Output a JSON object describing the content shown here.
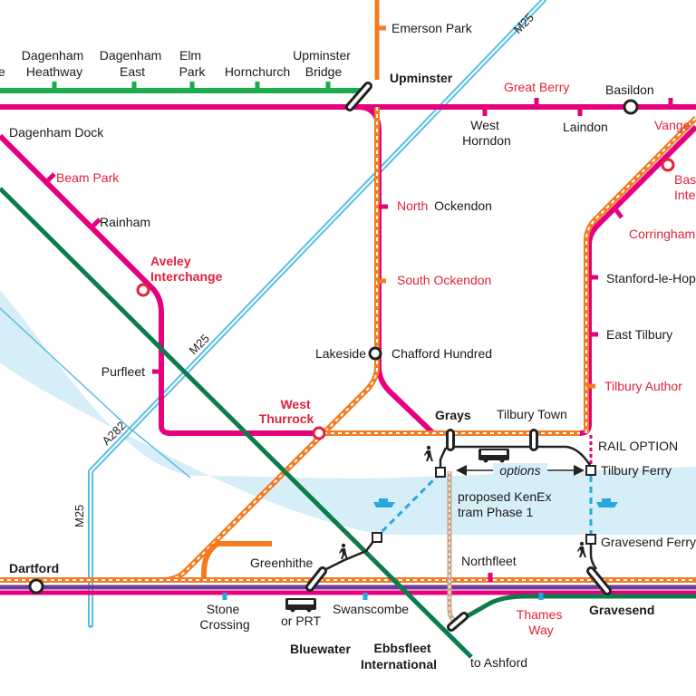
{
  "colors": {
    "river": "#d6eef8",
    "district_line": "#1aab4c",
    "c2c_line": "#e6007e",
    "overground": "#f47b20",
    "hs1": "#0c7c4a",
    "motorway": "#5bbde4",
    "kenex": "#c9a48a",
    "ferry": "#2aa7df",
    "purple": "#6e3a97",
    "new_red": "#e2223a",
    "black": "#222222"
  },
  "stations": {
    "dagenham_heathway": [
      "Dagenham",
      "Heathway"
    ],
    "dagenham_east": [
      "Dagenham",
      "East"
    ],
    "elm_park": [
      "Elm",
      "Park"
    ],
    "hornchurch": "Hornchurch",
    "upminster_bridge": [
      "Upminster",
      "Bridge"
    ],
    "upminster": "Upminster",
    "emerson_park": "Emerson Park",
    "great_berry": "Great Berry",
    "basildon": "Basildon",
    "west_horndon": [
      "West",
      "Horndon"
    ],
    "laindon": "Laindon",
    "vange": "Vange",
    "basildon_interchange": [
      "Basi",
      "Inte"
    ],
    "dagenham_dock": "Dagenham Dock",
    "beam_park": "Beam Park",
    "rainham": "Rainham",
    "aveley_interchange": [
      "Aveley",
      "Interchange"
    ],
    "purfleet": "Purfleet",
    "west_thurrock": [
      "West",
      "Thurrock"
    ],
    "north_ockendon": {
      "red": "North",
      "black": "Ockendon"
    },
    "south_ockendon": "South Ockendon",
    "lakeside": "Lakeside",
    "chafford_hundred": "Chafford Hundred",
    "corringham": "Corringham",
    "stanford_le_hope": "Stanford-le-Hope",
    "east_tilbury": "East Tilbury",
    "tilbury_author": "Tilbury Author",
    "grays": "Grays",
    "tilbury_town": "Tilbury Town",
    "tilbury_ferry": "Tilbury Ferry",
    "gravesend_ferry": "Gravesend Ferry",
    "gravesend": "Gravesend",
    "northfleet": "Northfleet",
    "thames_way": [
      "Thames",
      "Way"
    ],
    "swanscombe": "Swanscombe",
    "greenhithe": "Greenhithe",
    "stone_crossing": [
      "Stone",
      "Crossing"
    ],
    "dartford": "Dartford",
    "bluewater": "Bluewater",
    "ebbsfleet": [
      "Ebbsfleet",
      "International"
    ],
    "to_ashford": "to Ashford",
    "partial_left": "e"
  },
  "annotations": {
    "rail_option": "RAIL OPTION",
    "options": "options",
    "kenex": [
      "proposed KenEx",
      "tram Phase 1"
    ],
    "or_prt": "or PRT"
  },
  "roads": {
    "m25_north": "M25",
    "m25_mid": "M25",
    "m25_south": "M25",
    "a282": "A282"
  },
  "icons": [
    "walking-person-icon",
    "bus-icon",
    "ferry-icon"
  ]
}
